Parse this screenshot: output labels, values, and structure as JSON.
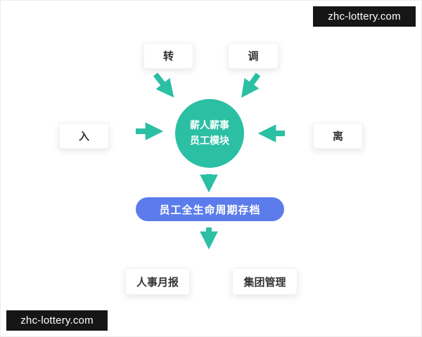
{
  "watermarks": {
    "top_right": "zhc-lottery.com",
    "bottom_left": "zhc-lottery.com"
  },
  "diagram": {
    "inputs": [
      {
        "id": "zhuan",
        "label": "转"
      },
      {
        "id": "diao",
        "label": "调"
      },
      {
        "id": "ru",
        "label": "入"
      },
      {
        "id": "li",
        "label": "离"
      }
    ],
    "center": {
      "line1": "薪人薪事",
      "line2": "员工模块"
    },
    "archive": {
      "label": "员工全生命周期存档"
    },
    "outputs": [
      {
        "label": "人事月报"
      },
      {
        "label": "集团管理"
      }
    ]
  },
  "colors": {
    "teal": "#2bbfa4",
    "blue": "#5b7cea",
    "banner_bg": "#161616"
  }
}
